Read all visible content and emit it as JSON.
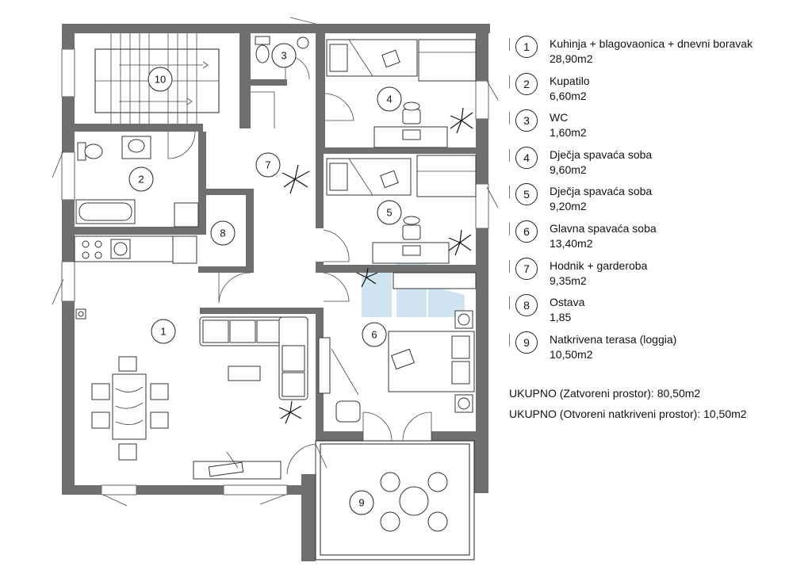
{
  "rooms": [
    {
      "num": "1",
      "name": "Kuhinja + blagovaonica + dnevni boravak",
      "area": "28,90m2"
    },
    {
      "num": "2",
      "name": "Kupatilo",
      "area": "6,60m2"
    },
    {
      "num": "3",
      "name": "WC",
      "area": "1,60m2"
    },
    {
      "num": "4",
      "name": "Dječja spavaća soba",
      "area": "9,60m2"
    },
    {
      "num": "5",
      "name": "Dječja spavaća soba",
      "area": "9,20m2"
    },
    {
      "num": "6",
      "name": "Glavna spavaća soba",
      "area": "13,40m2"
    },
    {
      "num": "7",
      "name": "Hodnik + garderoba",
      "area": "9,35m2"
    },
    {
      "num": "8",
      "name": "Ostava",
      "area": "1,85"
    },
    {
      "num": "9",
      "name": "Natkrivena terasa (loggia)",
      "area": "10,50m2"
    }
  ],
  "plan_labels": {
    "r1": "1",
    "r2": "2",
    "r3": "3",
    "r4": "4",
    "r5": "5",
    "r6": "6",
    "r7": "7",
    "r8": "8",
    "r9": "9",
    "r10": "10"
  },
  "totals": {
    "closed": "UKUPNO (Zatvoreni prostor): 80,50m2",
    "open": "UKUPNO (Otvoreni natkriveni prostor): 10,50m2"
  },
  "colors": {
    "wall": "#6f6f6f",
    "watermark": "#a9cde6"
  }
}
